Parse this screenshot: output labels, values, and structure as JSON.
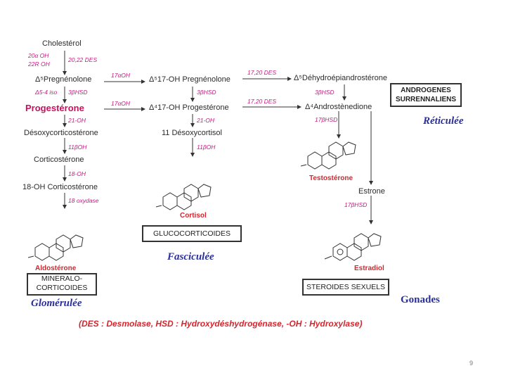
{
  "compounds": {
    "cholesterol": "Cholestérol",
    "pregnenolone": "Δ⁵Pregnénolone",
    "progesterone": "Progestérone",
    "desoxycorticosterone": "Désoxycorticostérone",
    "corticosterone": "Corticostérone",
    "oh18_corticosterone": "18-OH Corticostérone",
    "oh17_pregnenolone": "Δ⁵17-OH Pregnénolone",
    "oh17_progesterone": "Δ⁴17-OH Progestérone",
    "desoxycortisol": "11 Désoxycortisol",
    "dhea": "Δ⁵Déhydroépiandrostérone",
    "androstenedione": "Δ⁴Androstènedione",
    "estrone": "Estrone"
  },
  "enzymes": {
    "e20a": "20α OH",
    "e22r": "22R OH",
    "e2022": "20,22 DES",
    "iso": "Δ5-4 iso",
    "hsd3_1": "3βHSD",
    "oh21_1": "21-OH",
    "oh11_1": "11βOH",
    "oh18": "18-OH",
    "oxydase18": "18 oxydase",
    "oh17a_1": "17αOH",
    "oh17a_2": "17αOH",
    "hsd3_2": "3βHSD",
    "oh21_2": "21-OH",
    "oh11_2": "11βOH",
    "des1720_1": "17,20 DES",
    "des1720_2": "17,20 DES",
    "hsd3_3": "3βHSD",
    "hsd17_1": "17βHSD",
    "hsd17_2": "17βHSD"
  },
  "hormones": {
    "aldosterone": "Aldostérone",
    "cortisol": "Cortisol",
    "testosterone": "Testostérone",
    "estradiol": "Estradiol"
  },
  "boxes": {
    "mineralo": [
      "MINERALO-",
      "CORTICOIDES"
    ],
    "gluco": "GLUCOCORTICOIDES",
    "androgenes": [
      "ANDROGENES",
      "SURRENNALIENS"
    ],
    "steroides": "STEROIDES SEXUELS"
  },
  "zones": {
    "glomerulee": "Glomérulée",
    "fasciculee": "Fasciculée",
    "reticulee": "Réticulée",
    "gonades": "Gonades"
  },
  "legend": "(DES : Desmolase, HSD : Hydroxydéshydrogénase, -OH : Hydroxylase)",
  "page_number": "9",
  "colors": {
    "enzyme": "#c02080",
    "hormone": "#d5262e",
    "zone": "#2a2f9a",
    "progesterone_highlight": "#c8105c"
  }
}
